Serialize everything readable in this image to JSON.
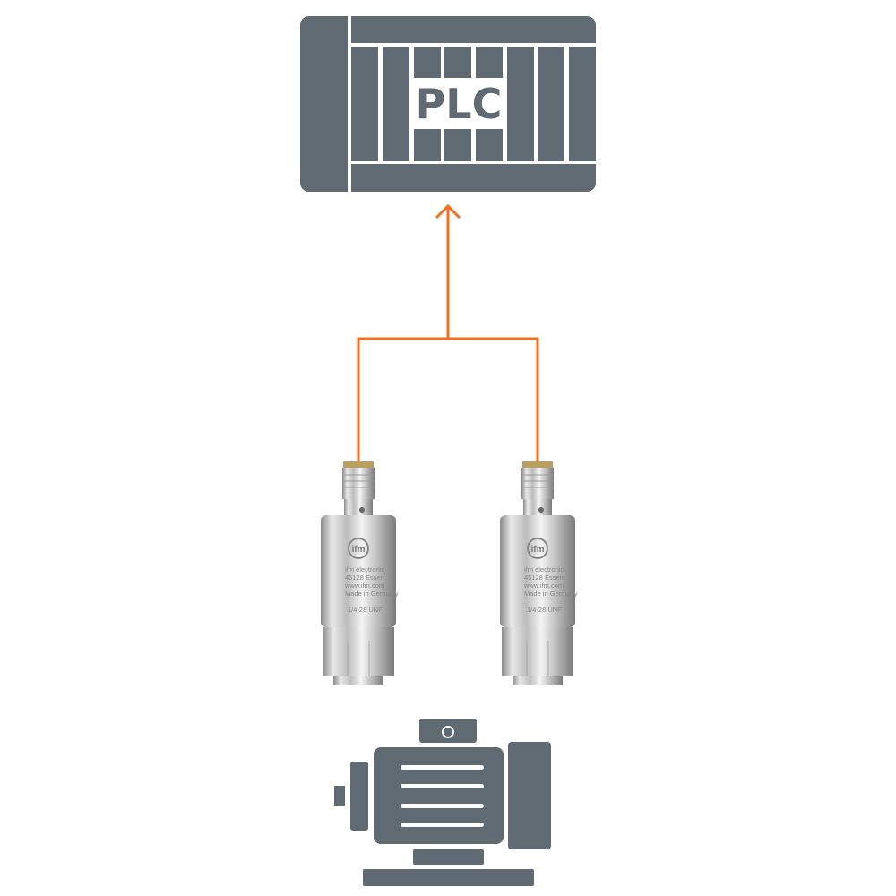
{
  "plc": {
    "label": "PLC"
  },
  "colors": {
    "icon": "#5f6a73",
    "connection": "#f07020",
    "background": "#ffffff"
  },
  "sensors": [
    {
      "brand": "ifm",
      "lines": [
        "ifm electronic",
        "45128 Essen",
        "www.ifm.com",
        "Made in Germany"
      ],
      "thread": "1/4-28 UNF"
    },
    {
      "brand": "ifm",
      "lines": [
        "ifm electronic",
        "45128 Essen",
        "www.ifm.com",
        "Made in Germany"
      ],
      "thread": "1/4-28 UNF"
    }
  ],
  "motor": {
    "icon": "electric-motor-icon"
  }
}
